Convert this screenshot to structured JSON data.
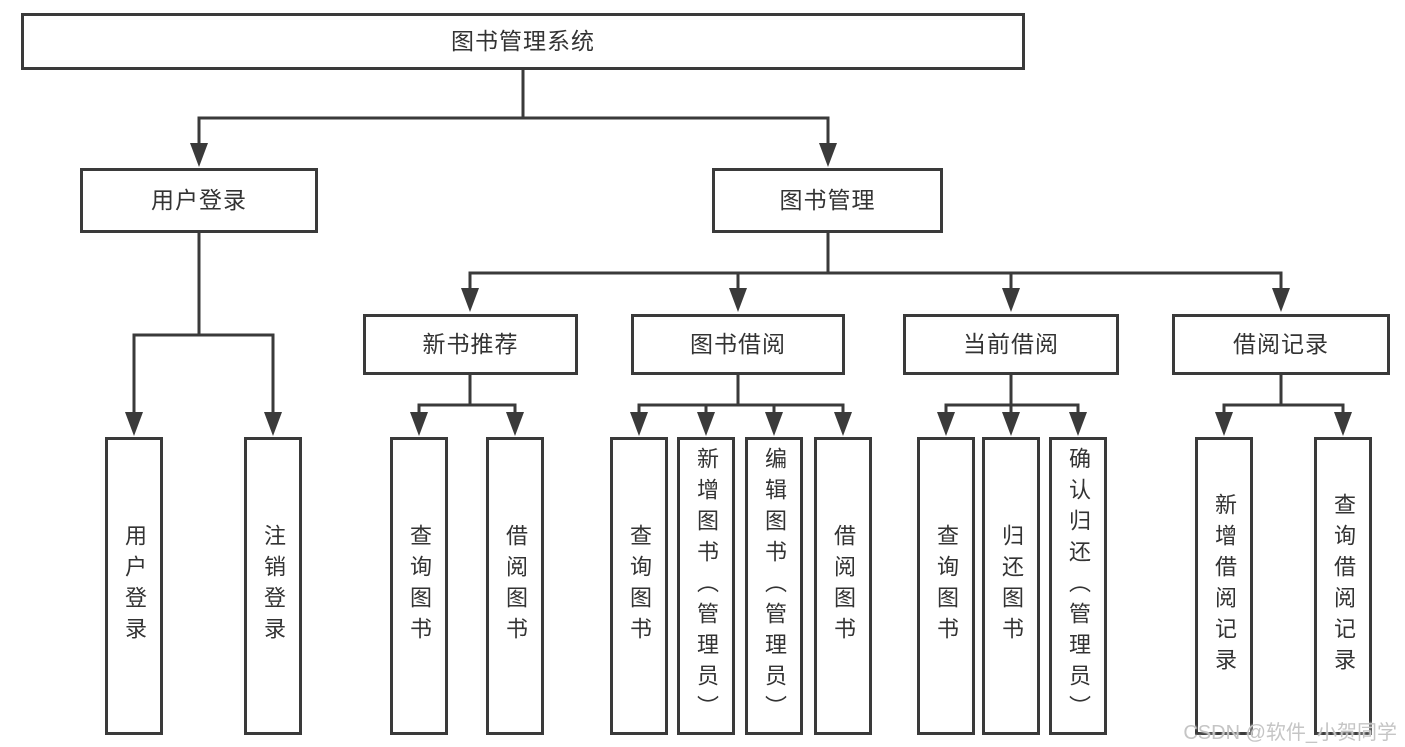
{
  "tree": {
    "label": "图书管理系统",
    "children": [
      {
        "label": "用户登录",
        "children": [
          {
            "label": "用户登录"
          },
          {
            "label": "注销登录"
          }
        ]
      },
      {
        "label": "图书管理",
        "children": [
          {
            "label": "新书推荐",
            "children": [
              {
                "label": "查询图书"
              },
              {
                "label": "借阅图书"
              }
            ]
          },
          {
            "label": "图书借阅",
            "children": [
              {
                "label": "查询图书"
              },
              {
                "label": "新增图书（管理员）"
              },
              {
                "label": "编辑图书（管理员）"
              },
              {
                "label": "借阅图书"
              }
            ]
          },
          {
            "label": "当前借阅",
            "children": [
              {
                "label": "查询图书"
              },
              {
                "label": "归还图书"
              },
              {
                "label": "确认归还（管理员）"
              }
            ]
          },
          {
            "label": "借阅记录",
            "children": [
              {
                "label": "新增借阅记录"
              },
              {
                "label": "查询借阅记录"
              }
            ]
          }
        ]
      }
    ]
  },
  "watermark": "CSDN @软件_小贺同学",
  "colors": {
    "line": "#3a3a3a",
    "text": "#333333",
    "box_fill": "#ffffff",
    "background": "#ffffff",
    "watermark": "#c5c5c5"
  }
}
